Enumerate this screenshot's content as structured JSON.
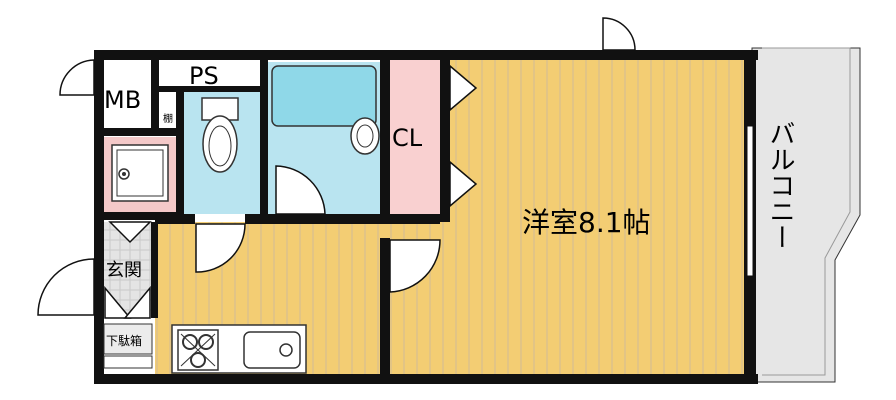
{
  "labels": {
    "mb": "MB",
    "ps": "PS",
    "shelf": "棚",
    "cl": "CL",
    "entrance": "玄関",
    "shoe_box": "下駄箱",
    "western_room": "洋室8.1帖",
    "balcony": "バルコニー"
  },
  "colors": {
    "wall": "#111111",
    "floor": "#f3cd73",
    "floor_stripe": "#ead38e",
    "bathroom": "#b9e4f0",
    "tub": "#8fd8e8",
    "closet": "#f9d0d0",
    "washer": "#f4c9c9",
    "entrance_tile": "#dedede",
    "balcony": "#e6e6e6"
  }
}
